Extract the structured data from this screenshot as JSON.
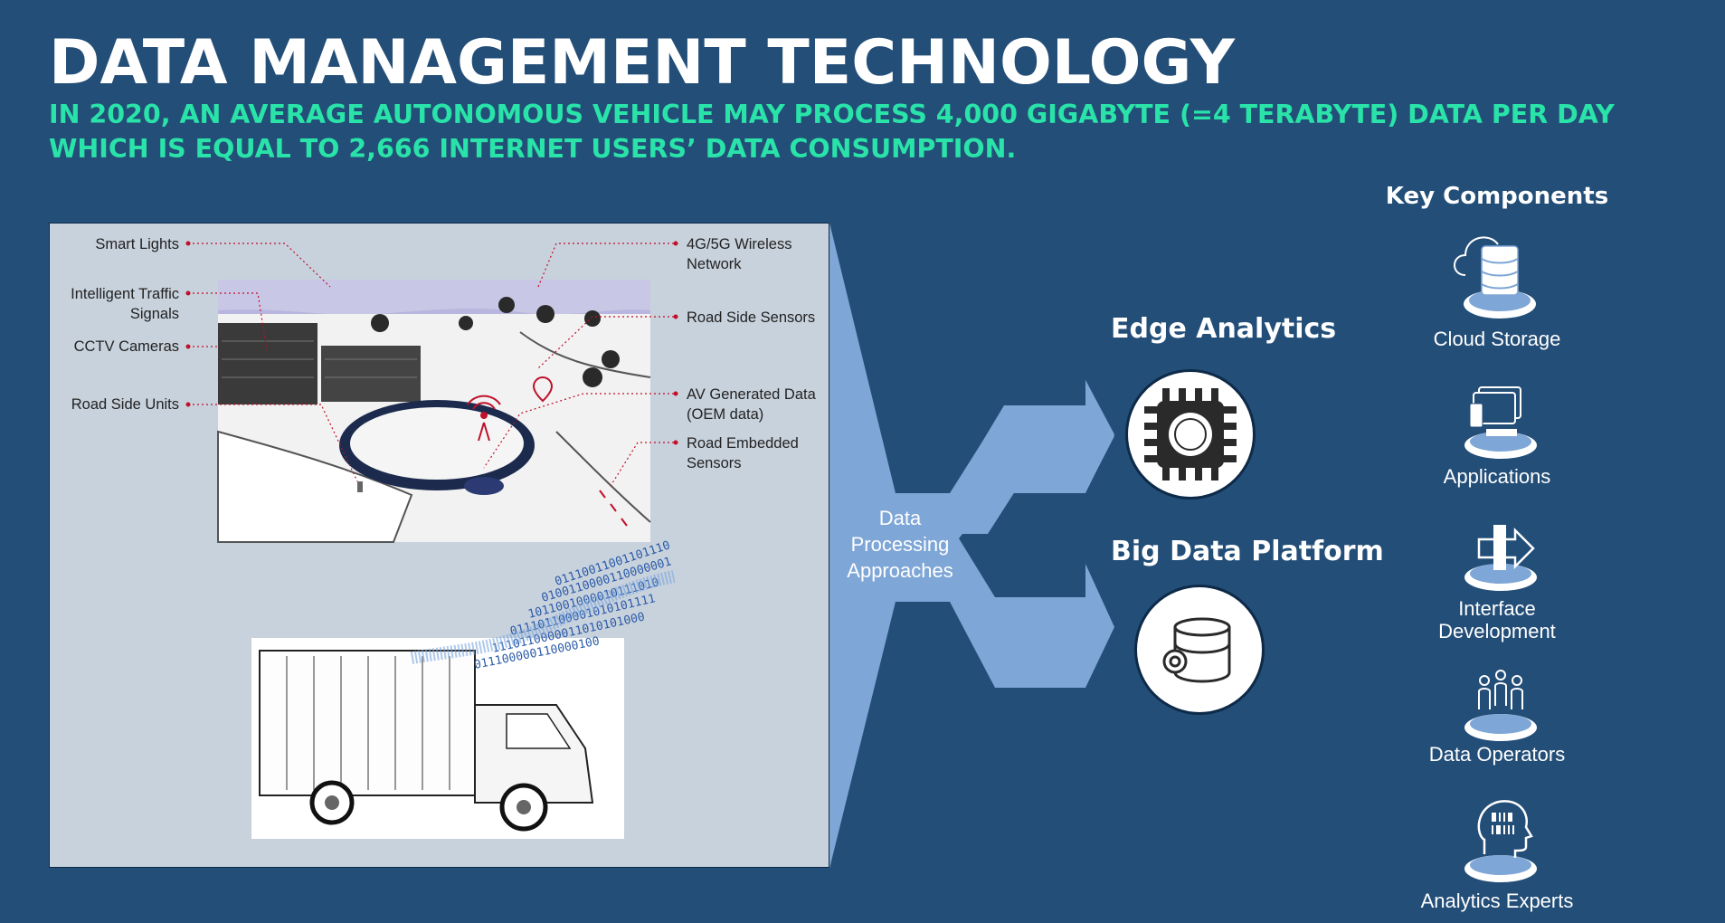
{
  "title": "DATA MANAGEMENT TECHNOLOGY",
  "subtitle": "IN 2020, AN AVERAGE AUTONOMOUS VEHICLE MAY PROCESS 4,000 GIGABYTE (=4 TERABYTE) DATA PER DAY WHICH IS EQUAL TO 2,666 INTERNET USERS’ DATA CONSUMPTION.",
  "illustration": {
    "left_labels": [
      {
        "text": "Smart Lights"
      },
      {
        "text": "Intelligent Traffic\nSignals"
      },
      {
        "text": "CCTV Cameras"
      },
      {
        "text": "Road Side Units"
      }
    ],
    "right_labels": [
      {
        "text": "4G/5G Wireless\nNetwork"
      },
      {
        "text": "Road Side Sensors"
      },
      {
        "text": "AV Generated Data\n(OEM data)"
      },
      {
        "text": "Road Embedded\nSensors"
      }
    ],
    "binary_lines": [
      "01110011001101110",
      "0100110000110000001",
      "1011001000010111010",
      "011101100001010101111",
      "1110110000011010101000",
      "011100000110000100"
    ]
  },
  "funnel_label": "Data\nProcessing\nApproaches",
  "approaches": [
    {
      "title": "Edge Analytics",
      "icon": "chip-icon"
    },
    {
      "title": "Big Data Platform",
      "icon": "database-gear-icon"
    }
  ],
  "key_components": {
    "title": "Key Components",
    "items": [
      {
        "label": "Cloud Storage",
        "icon": "cloud-database-icon"
      },
      {
        "label": "Applications",
        "icon": "devices-icon"
      },
      {
        "label": "Interface\nDevelopment",
        "icon": "interface-arrow-icon"
      },
      {
        "label": "Data Operators",
        "icon": "people-icon"
      },
      {
        "label": "Analytics Experts",
        "icon": "head-binary-icon"
      }
    ]
  },
  "colors": {
    "background": "#234e78",
    "subtitle": "#29e3a9",
    "funnel": "#7ea6d6",
    "panel": "#c8d2dd",
    "accent_red": "#c0102a"
  }
}
